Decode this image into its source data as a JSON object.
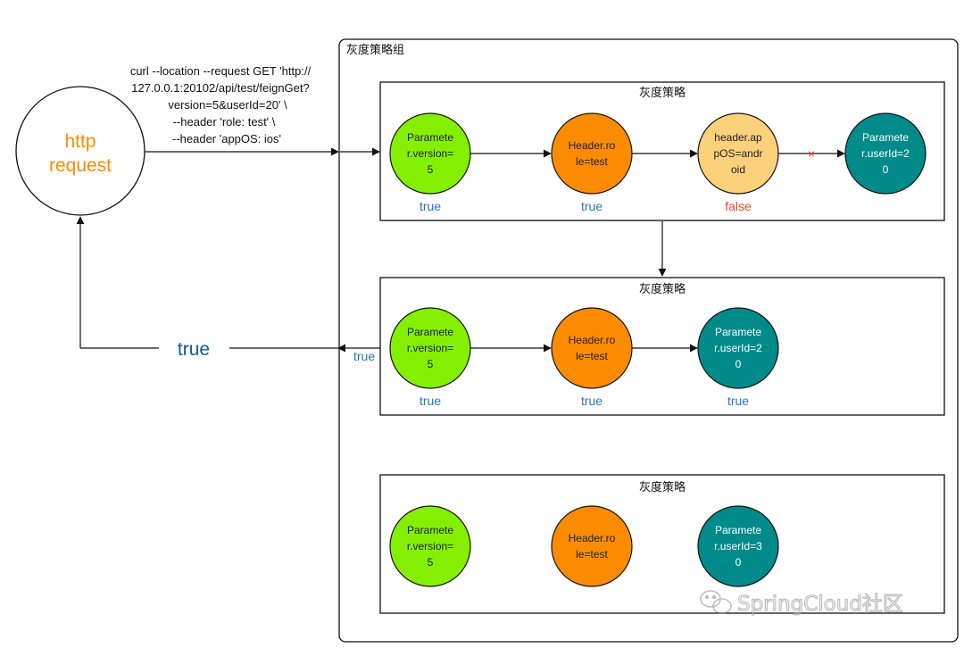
{
  "colors": {
    "green": "#84f000",
    "orange": "#fb8c00",
    "light_orange": "#fcd17a",
    "teal": "#008a8a",
    "blue_text": "#2a73b8",
    "red_text": "#e04a2a",
    "dark_blue": "#0c5a99"
  },
  "group": {
    "title": "灰度策略组"
  },
  "client": {
    "label_line1": "http",
    "label_line2": "request",
    "curl_lines": [
      "curl --location --request GET 'http://",
      "127.0.0.1:20102/api/test/feignGet?",
      "version=5&userId=20' \\",
      "--header 'role: test' \\",
      "--header 'appOS: ios'"
    ],
    "return_label": "true"
  },
  "policies": [
    {
      "title": "灰度策略",
      "nodes": [
        {
          "lines": [
            "Paramete",
            "r.version=",
            "5"
          ],
          "color": "green",
          "result": "true",
          "result_color": "blue_text",
          "icon": "condition-node"
        },
        {
          "lines": [
            "Header.ro",
            "le=test"
          ],
          "color": "orange",
          "result": "true",
          "result_color": "blue_text",
          "icon": "condition-node"
        },
        {
          "lines": [
            "header.ap",
            "pOS=andr",
            "oid"
          ],
          "color": "light_orange",
          "result": "false",
          "result_color": "red_text",
          "icon": "condition-node"
        },
        {
          "lines": [
            "Paramete",
            "r.userId=2",
            "0"
          ],
          "color": "teal",
          "result": "",
          "result_color": "blue_text",
          "icon": "condition-node"
        }
      ],
      "connectors": [
        "arrow",
        "arrow",
        "blocked"
      ]
    },
    {
      "title": "灰度策略",
      "nodes": [
        {
          "lines": [
            "Paramete",
            "r.version=",
            "5"
          ],
          "color": "green",
          "result": "true",
          "result_color": "blue_text",
          "icon": "condition-node"
        },
        {
          "lines": [
            "Header.ro",
            "le=test"
          ],
          "color": "orange",
          "result": "true",
          "result_color": "blue_text",
          "icon": "condition-node"
        },
        {
          "lines": [
            "Paramete",
            "r.userId=2",
            "0"
          ],
          "color": "teal",
          "result": "true",
          "result_color": "blue_text",
          "icon": "condition-node"
        }
      ],
      "connectors": [
        "arrow",
        "arrow"
      ],
      "exit_label": "true"
    },
    {
      "title": "灰度策略",
      "nodes": [
        {
          "lines": [
            "Paramete",
            "r.version=",
            "5"
          ],
          "color": "green",
          "result": "",
          "result_color": "blue_text",
          "icon": "condition-node"
        },
        {
          "lines": [
            "Header.ro",
            "le=test"
          ],
          "color": "orange",
          "result": "",
          "result_color": "blue_text",
          "icon": "condition-node"
        },
        {
          "lines": [
            "Paramete",
            "r.userId=3",
            "0"
          ],
          "color": "teal",
          "result": "",
          "result_color": "blue_text",
          "icon": "condition-node"
        }
      ],
      "connectors": []
    }
  ],
  "watermark": {
    "text": "SpringCloud社区",
    "icon": "wechat-icon"
  }
}
